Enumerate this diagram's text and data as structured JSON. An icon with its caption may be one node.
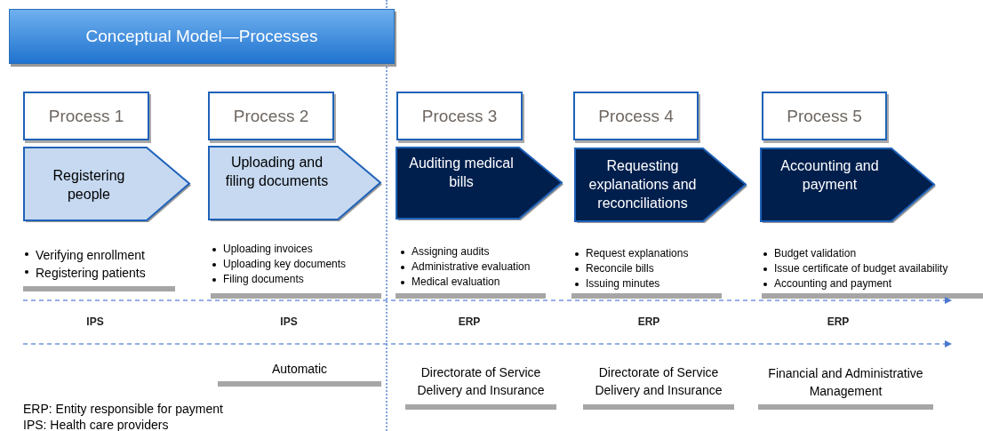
{
  "diagram": {
    "title": "Conceptual Model—Processes",
    "nodes": [
      {
        "text": [
          "Process 1"
        ]
      },
      {
        "text": [
          "Process 2"
        ]
      },
      {
        "text": [
          "Process 3"
        ]
      },
      {
        "text": [
          "Process 4"
        ]
      },
      {
        "text": [
          "Process 5"
        ]
      },
      {
        "text": [
          "Registering people"
        ]
      },
      {
        "text": [
          "Uploading and filing documents"
        ]
      },
      {
        "text": [
          "Auditing medical bills"
        ]
      },
      {
        "text": [
          "Requesting explanations and reconciliations"
        ]
      },
      {
        "text": [
          "Accounting and payment"
        ]
      }
    ],
    "labels": [
      "Verifying enrollment",
      "Registering patients",
      "Uploading invoices",
      "Uploading key documents",
      "Filing documents",
      "Assigning audits",
      "Administrative evaluation",
      "Medical evaluation",
      "Request explanations",
      "Reconcile bills",
      "Issuing minutes",
      "Budget validation",
      "Issue certificate of budget availability",
      "Accounting and payment",
      "IPS",
      "IPS",
      "ERP",
      "ERP",
      "ERP",
      "Automatic",
      "Directorate of Service Delivery and Insurance",
      "Directorate of Service Delivery and Insurance",
      "Financial and Administrative Management",
      "ERP: Entity responsible for payment",
      "IPS: Health care providers"
    ]
  }
}
